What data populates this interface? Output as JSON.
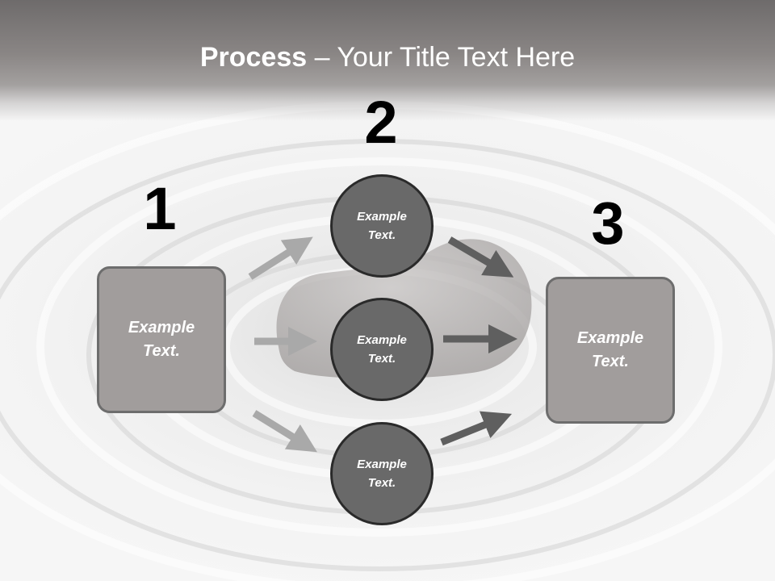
{
  "title": {
    "bold": "Process",
    "rest": " – Your Title Text Here"
  },
  "steps": [
    {
      "number": "1",
      "text": "Example\nText."
    },
    {
      "number": "2",
      "items": [
        "Example\nText.",
        "Example\nText.",
        "Example\nText."
      ]
    },
    {
      "number": "3",
      "text": "Example\nText."
    }
  ],
  "colors": {
    "box_fill": "#a19d9c",
    "circle_fill": "#696969",
    "arrow_light": "#a9a9a9",
    "arrow_dark": "#5f5f5f"
  }
}
